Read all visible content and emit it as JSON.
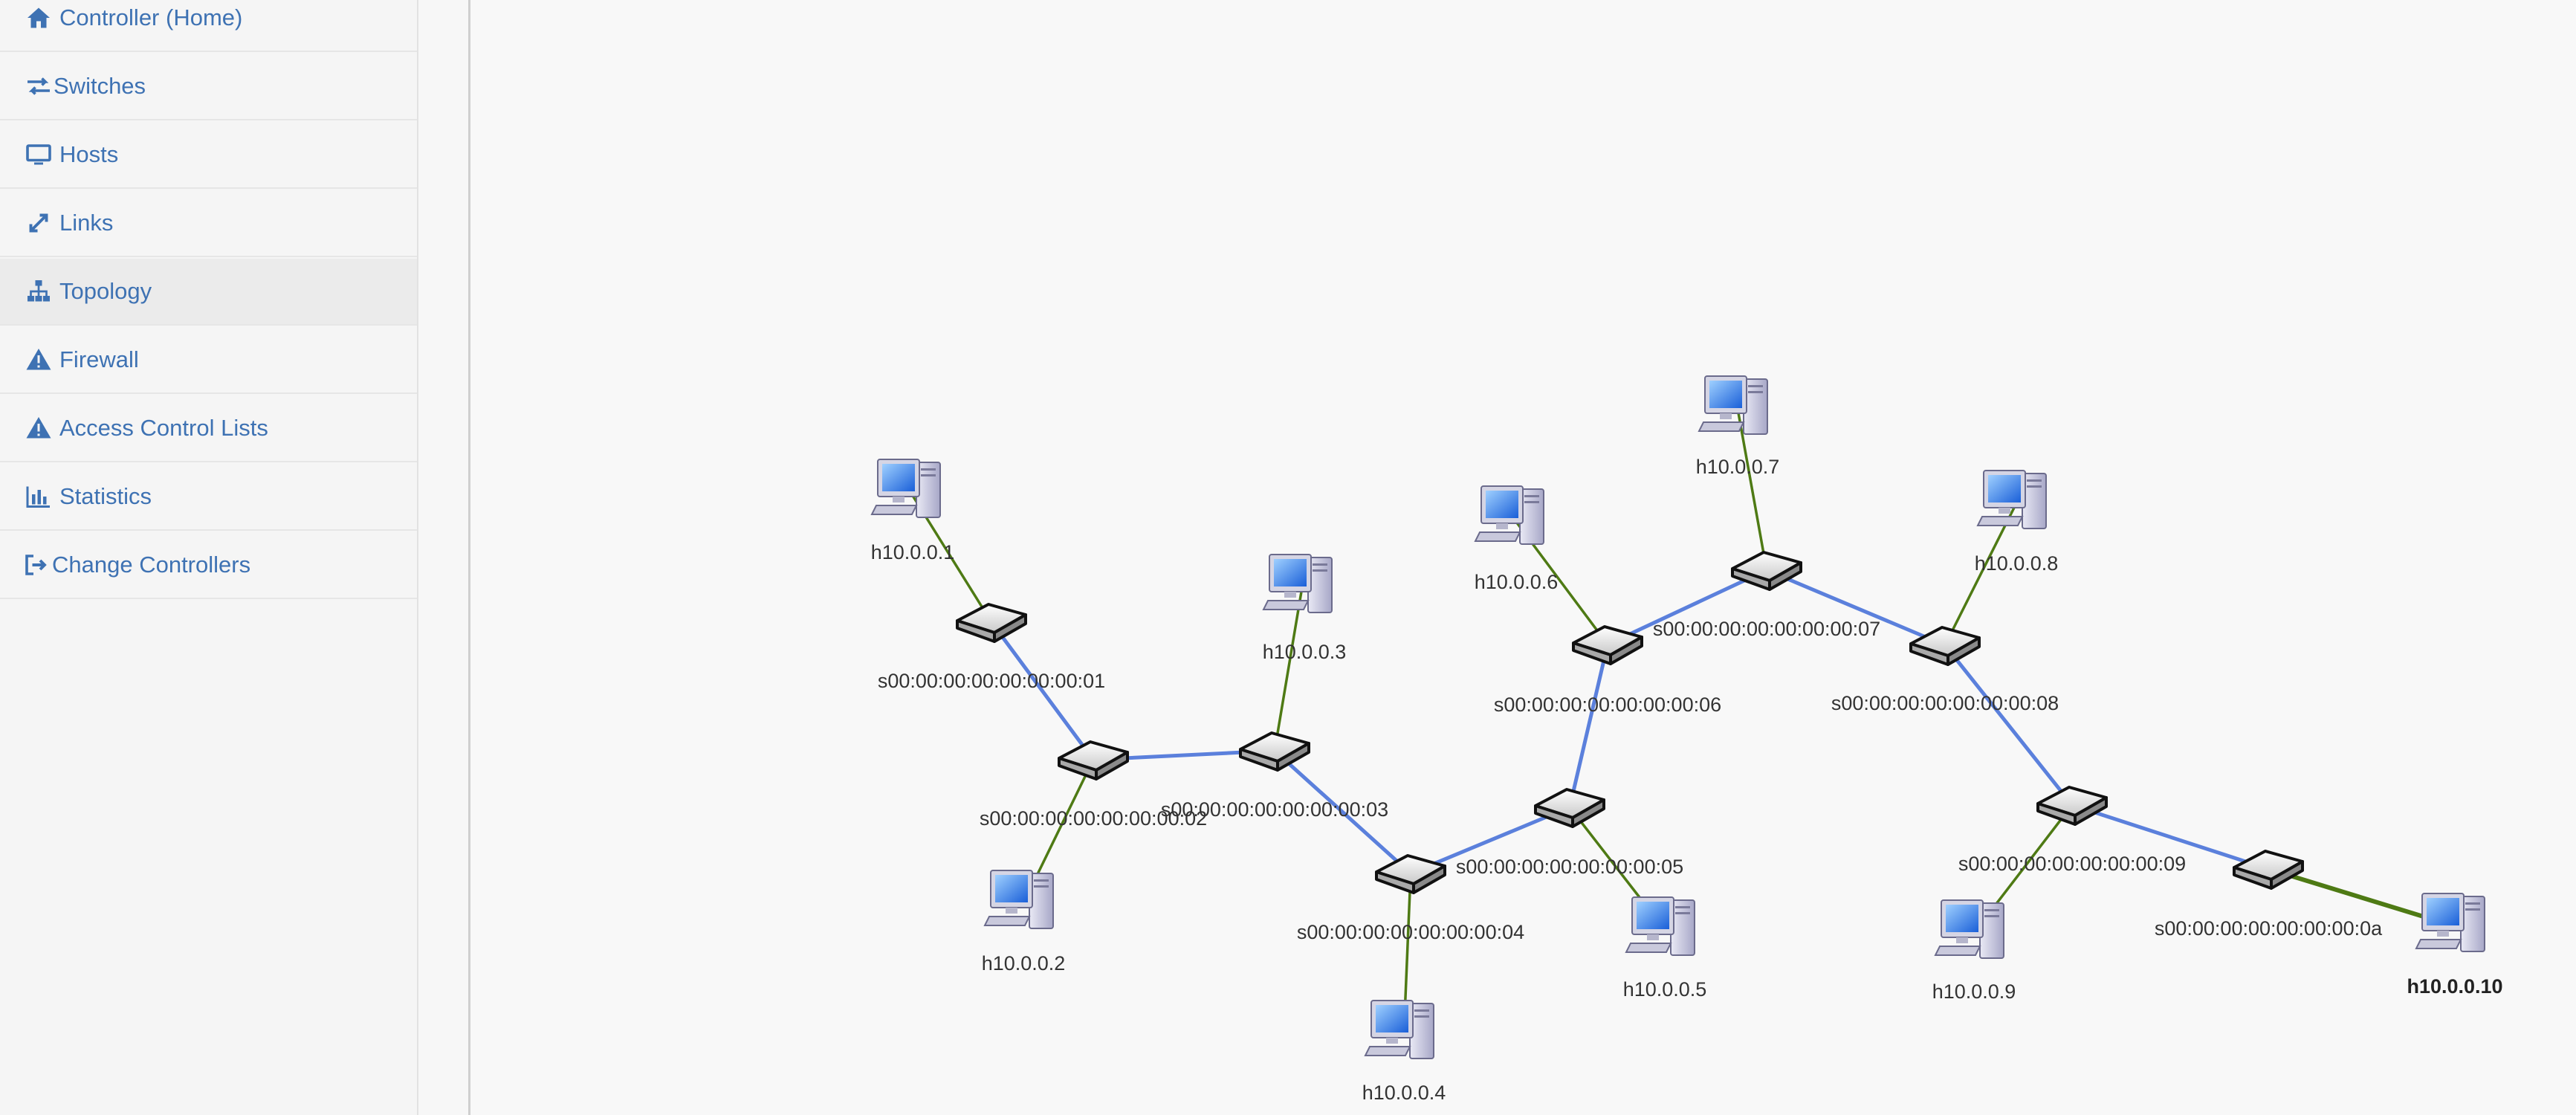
{
  "sidebar": {
    "items": [
      {
        "label": "Controller (Home)",
        "icon": "home-icon",
        "active": false
      },
      {
        "label": "Switches",
        "icon": "switch-arrows-icon",
        "active": false
      },
      {
        "label": "Hosts",
        "icon": "monitor-icon",
        "active": false
      },
      {
        "label": "Links",
        "icon": "expand-arrows-icon",
        "active": false
      },
      {
        "label": "Topology",
        "icon": "sitemap-icon",
        "active": true
      },
      {
        "label": "Firewall",
        "icon": "warning-icon",
        "active": false
      },
      {
        "label": "Access Control Lists",
        "icon": "warning-icon",
        "active": false
      },
      {
        "label": "Statistics",
        "icon": "bar-chart-icon",
        "active": false
      },
      {
        "label": "Change Controllers",
        "icon": "sign-in-icon",
        "active": false
      }
    ]
  },
  "topology": {
    "colors": {
      "switch_link": "#5b80dc",
      "host_link": "#4e7a14",
      "label": "#333333",
      "nav_link": "#3e72b3"
    },
    "switches": [
      {
        "id": "s1",
        "label": "s00:00:00:00:00:00:00:01"
      },
      {
        "id": "s2",
        "label": "s00:00:00:00:00:00:00:02"
      },
      {
        "id": "s3",
        "label": "s00:00:00:00:00:00:00:03"
      },
      {
        "id": "s4",
        "label": "s00:00:00:00:00:00:00:04"
      },
      {
        "id": "s5",
        "label": "s00:00:00:00:00:00:00:05"
      },
      {
        "id": "s6",
        "label": "s00:00:00:00:00:00:00:06"
      },
      {
        "id": "s7",
        "label": "s00:00:00:00:00:00:00:07"
      },
      {
        "id": "s8",
        "label": "s00:00:00:00:00:00:00:08"
      },
      {
        "id": "s9",
        "label": "s00:00:00:00:00:00:00:09"
      },
      {
        "id": "s10",
        "label": "s00:00:00:00:00:00:00:0a"
      }
    ],
    "hosts": [
      {
        "id": "h1",
        "label": "h10.0.0.1",
        "bold": false
      },
      {
        "id": "h2",
        "label": "h10.0.0.2",
        "bold": false
      },
      {
        "id": "h3",
        "label": "h10.0.0.3",
        "bold": false
      },
      {
        "id": "h4",
        "label": "h10.0.0.4",
        "bold": false
      },
      {
        "id": "h5",
        "label": "h10.0.0.5",
        "bold": false
      },
      {
        "id": "h6",
        "label": "h10.0.0.6",
        "bold": false
      },
      {
        "id": "h7",
        "label": "h10.0.0.7",
        "bold": false
      },
      {
        "id": "h8",
        "label": "h10.0.0.8",
        "bold": false
      },
      {
        "id": "h9",
        "label": "h10.0.0.9",
        "bold": false
      },
      {
        "id": "h10",
        "label": "h10.0.0.10",
        "bold": true
      }
    ],
    "links": [
      {
        "from": "s1",
        "to": "s2",
        "type": "switch"
      },
      {
        "from": "s2",
        "to": "s3",
        "type": "switch"
      },
      {
        "from": "s3",
        "to": "s4",
        "type": "switch"
      },
      {
        "from": "s4",
        "to": "s5",
        "type": "switch"
      },
      {
        "from": "s5",
        "to": "s6",
        "type": "switch"
      },
      {
        "from": "s6",
        "to": "s7",
        "type": "switch"
      },
      {
        "from": "s7",
        "to": "s8",
        "type": "switch"
      },
      {
        "from": "s8",
        "to": "s9",
        "type": "switch"
      },
      {
        "from": "s9",
        "to": "s10",
        "type": "switch"
      },
      {
        "from": "s1",
        "to": "h1",
        "type": "host"
      },
      {
        "from": "s2",
        "to": "h2",
        "type": "host"
      },
      {
        "from": "s3",
        "to": "h3",
        "type": "host"
      },
      {
        "from": "s4",
        "to": "h4",
        "type": "host"
      },
      {
        "from": "s5",
        "to": "h5",
        "type": "host"
      },
      {
        "from": "s6",
        "to": "h6",
        "type": "host"
      },
      {
        "from": "s7",
        "to": "h7",
        "type": "host"
      },
      {
        "from": "s8",
        "to": "h8",
        "type": "host"
      },
      {
        "from": "s9",
        "to": "h9",
        "type": "host"
      },
      {
        "from": "s10",
        "to": "h10",
        "type": "host",
        "highlighted": true
      }
    ]
  }
}
